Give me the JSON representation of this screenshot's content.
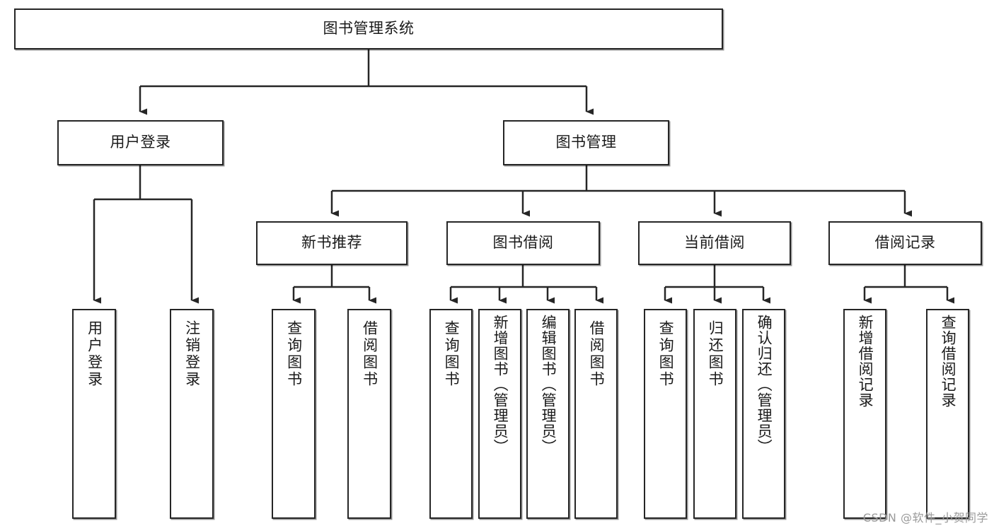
{
  "diagram": {
    "type": "tree-hierarchy",
    "title": "图书管理系统",
    "watermark": "CSDN @软件_小贺同学",
    "colors": {
      "background": "#ffffff",
      "border": "#262626",
      "text": "#1a1a1a",
      "edge": "#262626",
      "watermark": "#9a9a9a"
    },
    "levels": {
      "root": {
        "label": "图书管理系统"
      },
      "level2": [
        {
          "id": "user-login",
          "label": "用户登录"
        },
        {
          "id": "book-management",
          "label": "图书管理"
        }
      ],
      "level3": [
        {
          "id": "new-book-recommend",
          "label": "新书推荐",
          "parent": "book-management"
        },
        {
          "id": "book-borrow",
          "label": "图书借阅",
          "parent": "book-management"
        },
        {
          "id": "current-borrow",
          "label": "当前借阅",
          "parent": "book-management"
        },
        {
          "id": "borrow-record",
          "label": "借阅记录",
          "parent": "book-management"
        }
      ],
      "leaves": [
        {
          "id": "leaf-user-login",
          "label": "用户登录",
          "parent": "user-login"
        },
        {
          "id": "leaf-logout-login",
          "label": "注销登录",
          "parent": "user-login"
        },
        {
          "id": "leaf-query-book-1",
          "label": "查询图书",
          "parent": "new-book-recommend"
        },
        {
          "id": "leaf-borrow-book-1",
          "label": "借阅图书",
          "parent": "new-book-recommend"
        },
        {
          "id": "leaf-query-book-2",
          "label": "查询图书",
          "parent": "book-borrow"
        },
        {
          "id": "leaf-add-book",
          "label": "新增图书（管理员）",
          "parent": "book-borrow"
        },
        {
          "id": "leaf-edit-book",
          "label": "编辑图书（管理员）",
          "parent": "book-borrow"
        },
        {
          "id": "leaf-borrow-book-2",
          "label": "借阅图书",
          "parent": "book-borrow"
        },
        {
          "id": "leaf-query-book-3",
          "label": "查询图书",
          "parent": "current-borrow"
        },
        {
          "id": "leaf-return-book",
          "label": "归还图书",
          "parent": "current-borrow"
        },
        {
          "id": "leaf-confirm-return",
          "label": "确认归还（管理员）",
          "parent": "current-borrow"
        },
        {
          "id": "leaf-add-record",
          "label": "新增借阅记录",
          "parent": "borrow-record"
        },
        {
          "id": "leaf-query-record",
          "label": "查询借阅记录",
          "parent": "borrow-record"
        }
      ]
    }
  }
}
